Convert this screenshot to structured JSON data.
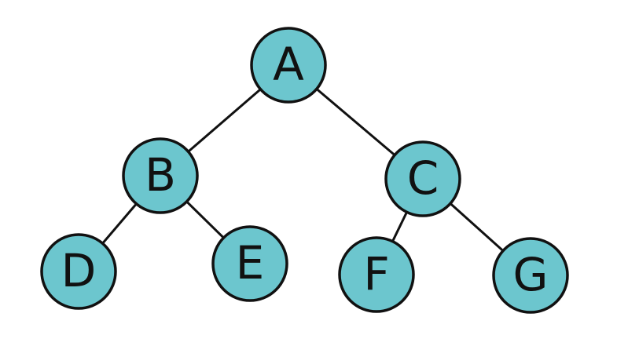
{
  "colors": {
    "node_fill": "#6cc6ce",
    "node_stroke": "#111111",
    "edge": "#111111",
    "background": "#ffffff"
  },
  "tree": {
    "root": "A",
    "nodes": [
      {
        "id": "A",
        "label": "A"
      },
      {
        "id": "B",
        "label": "B"
      },
      {
        "id": "C",
        "label": "C"
      },
      {
        "id": "D",
        "label": "D"
      },
      {
        "id": "E",
        "label": "E"
      },
      {
        "id": "F",
        "label": "F"
      },
      {
        "id": "G",
        "label": "G"
      }
    ],
    "edges": [
      {
        "from": "A",
        "to": "B"
      },
      {
        "from": "A",
        "to": "C"
      },
      {
        "from": "B",
        "to": "D"
      },
      {
        "from": "B",
        "to": "E"
      },
      {
        "from": "C",
        "to": "F"
      },
      {
        "from": "C",
        "to": "G"
      }
    ]
  }
}
